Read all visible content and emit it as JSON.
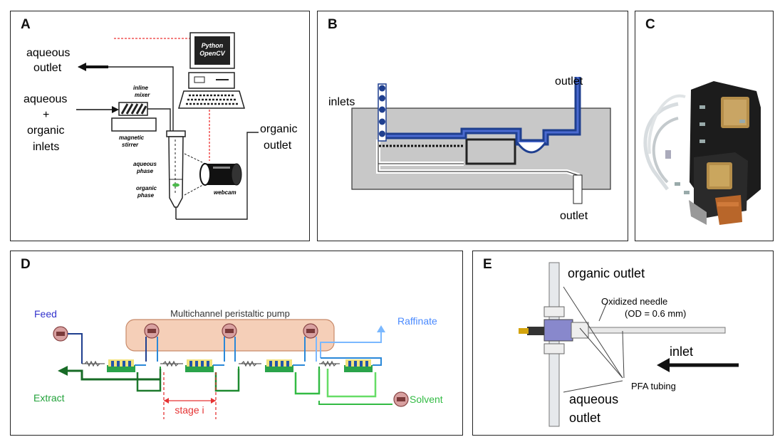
{
  "panels": {
    "a": {
      "label": "A",
      "aqueous_outlet": [
        "aqueous",
        "outlet"
      ],
      "aqueous_organic_inlets": [
        "aqueous",
        "+",
        "organic",
        "inlets"
      ],
      "organic_outlet": [
        "organic",
        "outlet"
      ],
      "inline_mixer": [
        "inline",
        "mixer"
      ],
      "magnetic_stirrer": [
        "magnetic",
        "stirrer"
      ],
      "aqueous_phase": [
        "aqueous",
        "phase"
      ],
      "organic_phase": [
        "organic",
        "phase"
      ],
      "webcam": "webcam",
      "monitor_text": [
        "Python",
        "OpenCV"
      ]
    },
    "b": {
      "label": "B",
      "inlets": "inlets",
      "outlet_top": "outlet",
      "outlet_bottom": "outlet"
    },
    "c": {
      "label": "C"
    },
    "d": {
      "label": "D",
      "feed": "Feed",
      "raffinate": "Raffinate",
      "pump": "Multichannel peristaltic pump",
      "extract": "Extract",
      "solvent": "Solvent",
      "stage": "stage i"
    },
    "e": {
      "label": "E",
      "organic_outlet": "organic outlet",
      "needle": [
        "Oxidized needle",
        "(OD = 0.6 mm)"
      ],
      "inlet": "inlet",
      "pfa": "PFA tubing",
      "aqueous_outlet": [
        "aqueous",
        "outlet"
      ]
    }
  },
  "colors": {
    "blue_channel": "#1f3f8f",
    "feed_blue": "#3333cc",
    "raffinate_blue": "#55a0ff",
    "extract_green": "#22a23a",
    "solvent_green": "#33bb44",
    "stage_red": "#e53333",
    "pump_fill": "#f5cfb8"
  }
}
